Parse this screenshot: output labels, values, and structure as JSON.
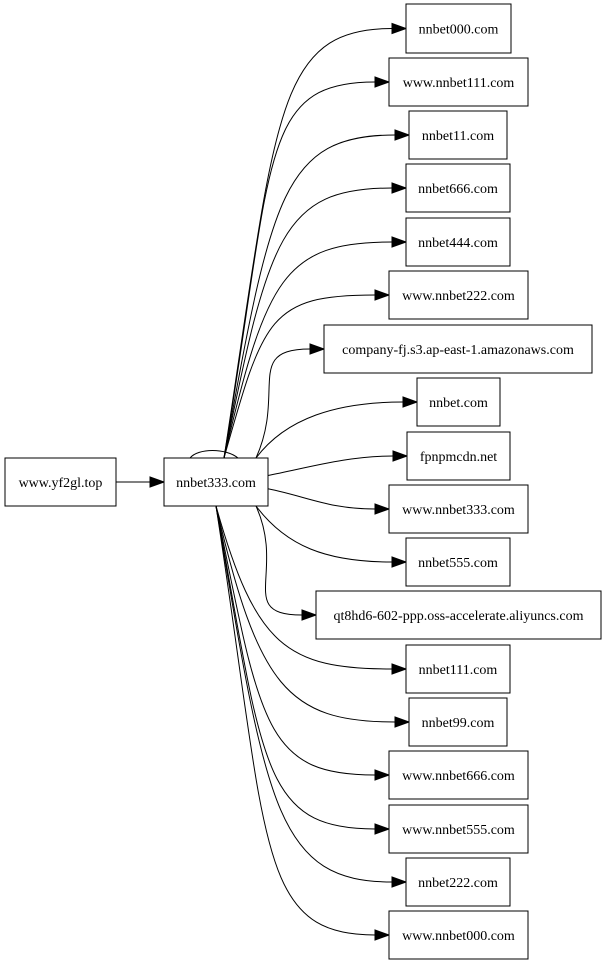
{
  "graph": {
    "source": "www.yf2gl.top",
    "hub": "nnbet333.com",
    "targets": [
      "nnbet000.com",
      "www.nnbet111.com",
      "nnbet11.com",
      "nnbet666.com",
      "nnbet444.com",
      "www.nnbet222.com",
      "company-fj.s3.ap-east-1.amazonaws.com",
      "nnbet.com",
      "fpnpmcdn.net",
      "www.nnbet333.com",
      "nnbet555.com",
      "qt8hd6-602-ppp.oss-accelerate.aliyuncs.com",
      "nnbet111.com",
      "nnbet99.com",
      "www.nnbet666.com",
      "www.nnbet555.com",
      "nnbet222.com",
      "www.nnbet000.com"
    ]
  }
}
